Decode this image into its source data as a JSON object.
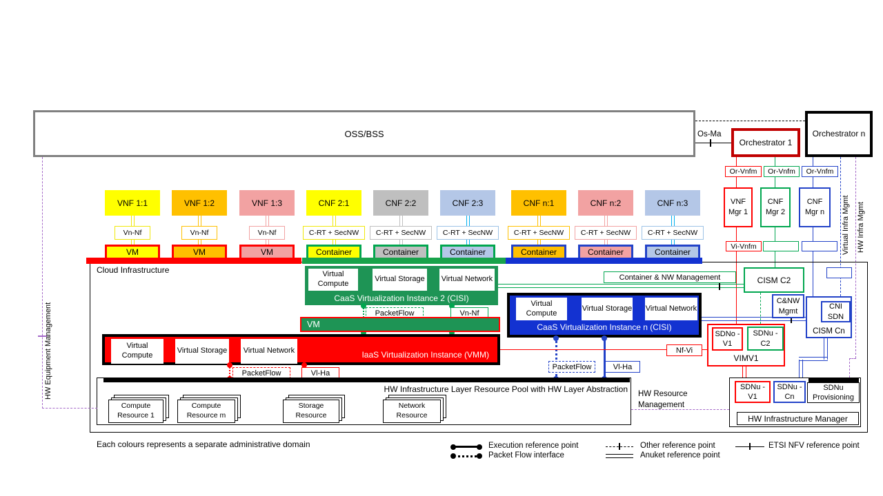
{
  "colors": {
    "yellow": "#FFFF00",
    "orange": "#FFC000",
    "pink": "#F2A2A2",
    "gray": "#BFBFBF",
    "light_blue": "#B4C7E7",
    "light_blue_border": "#9DC3E6",
    "cyan": "#00B0F0",
    "red": "#FF0000",
    "dark_red": "#C00000",
    "green_fill": "#1E9455",
    "green_line": "#00A64F",
    "blue_fill": "#1332D1",
    "blue_line": "#2242C8",
    "purple": "#A468C8",
    "oss_border": "#808080"
  },
  "top": {
    "oss": "OSS/BSS",
    "os_ma": "Os-Ma",
    "orchestrator_1": "Orchestrator 1",
    "orchestrator_n": "Orchestrator n",
    "or_vnfm_1": "Or-Vnfm",
    "or_vnfm_2": "Or-Vnfm",
    "or_vnfm_n": "Or-Vnfm",
    "vnf_mgr_1": "VNF Mgr 1",
    "cnf_mgr_2": "CNF Mgr 2",
    "cnf_mgr_n": "CNF Mgr n",
    "vi_vnfm": "Vi-Vnfm",
    "virtual_infra_mgmt": "Virtual Infra Mgmt",
    "hw_infra_mgmt": "HW Infra Mgmt"
  },
  "nfs": [
    {
      "label": "VNF 1:1",
      "ref": "Vn-Nf",
      "unit": "VM"
    },
    {
      "label": "VNF 1:2",
      "ref": "Vn-Nf",
      "unit": "VM"
    },
    {
      "label": "VNF 1:3",
      "ref": "Vn-Nf",
      "unit": "VM"
    },
    {
      "label": "CNF 2:1",
      "ref": "C-RT + SecNW",
      "unit": "Container"
    },
    {
      "label": "CNF 2:2",
      "ref": "C-RT + SecNW",
      "unit": "Container"
    },
    {
      "label": "CNF 2:3",
      "ref": "C-RT + SecNW",
      "unit": "Container"
    },
    {
      "label": "CNF n:1",
      "ref": "C-RT + SecNW",
      "unit": "Container"
    },
    {
      "label": "CNF n:2",
      "ref": "C-RT + SecNW",
      "unit": "Container"
    },
    {
      "label": "CNF n:3",
      "ref": "C-RT + SecNW",
      "unit": "Container"
    }
  ],
  "cloud": {
    "title": "Cloud Infrastructure",
    "virtual_compute": "Virtual Compute",
    "virtual_storage": "Virtual Storage",
    "virtual_network": "Virtual Network",
    "caas2_label": "CaaS Virtualization Instance 2 (CISI)",
    "caasn_label": "CaaS Virtualization Instance n (CISI)",
    "vm_bar": "VM",
    "iaas_label": "IaaS Virtualization Instance (VMM)",
    "packetflow": "PacketFlow",
    "vn_nf": "Vn-Nf",
    "vl_ha": "Vl-Ha",
    "nf_vi": "Nf-Vi",
    "container_nw_mgmt": "Container & NW Management",
    "cism_c2": "CISM C2",
    "cnw_mgmt": "C&NW Mgmt",
    "cism_cn": "CISM Cn",
    "cni_sdn": "CNI SDN",
    "vim_label": "VIMV1",
    "sdno_v1": "SDNo -V1",
    "sdnu_c2": "SDNu -C2",
    "hw_equipment_mgmt": "HW Equipment Management",
    "hw_resource_mgmt": "HW Resource Management",
    "pool_label": "HW Infrastructure Layer Resource Pool with HW Layer Abstraction",
    "resources": [
      "Compute Resource 1",
      "Compute Resource m",
      "Storage Resource",
      "Network Resource"
    ],
    "hw_mgr_label": "HW Infrastructure Manager",
    "sdnu_v1": "SDNu -V1",
    "sdnu_cn": "SDNu -Cn",
    "sdnu_provisioning": "SDNu Provisioning"
  },
  "legend": {
    "note": "Each colours represents a separate administrative domain",
    "execution": "Execution reference point",
    "packet_flow": "Packet Flow interface",
    "other": "Other reference point",
    "anuket": "Anuket reference point",
    "etsi": "ETSI NFV reference point"
  }
}
